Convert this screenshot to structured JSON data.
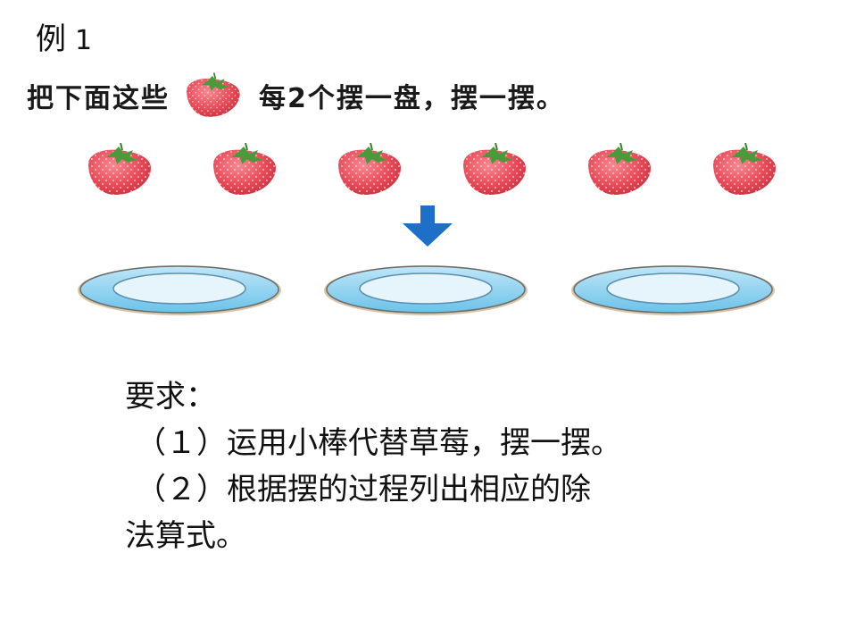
{
  "title": {
    "prefix": "例",
    "number": "1"
  },
  "instruction": {
    "before_icon": "把下面这些",
    "icon": "strawberry-icon",
    "after_icon": "每2个摆一盘，摆一摆。"
  },
  "strawberries": {
    "count": 6,
    "icon": "strawberry-icon"
  },
  "arrow": {
    "icon": "down-arrow-icon",
    "color": "#1e6fc8"
  },
  "plates": {
    "count": 3,
    "rim_color": "#8fd0f0",
    "center_color": "#e6f4fb"
  },
  "requirements": {
    "heading": "要求：",
    "item1": "（１）运用小棒代替草莓，摆一摆。",
    "item2_line1": "（２）根据摆的过程列出相应的除",
    "item2_line2": "法算式。"
  },
  "colors": {
    "strawberry": "#e94c5a",
    "leaf": "#4a9a3c"
  }
}
